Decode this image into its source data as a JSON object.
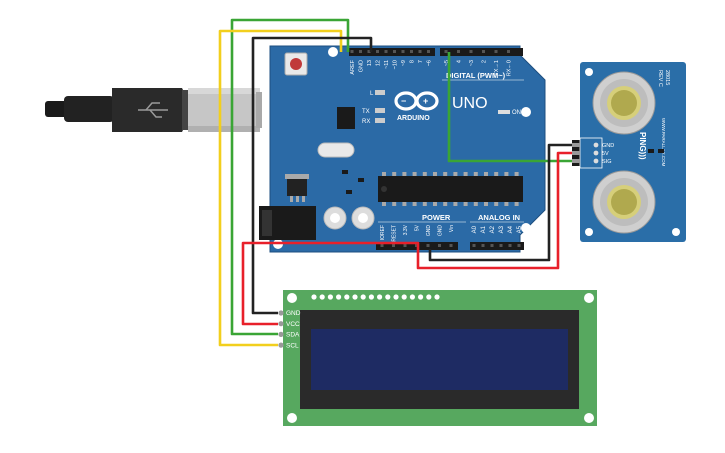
{
  "arduino": {
    "brand": "ARDUINO",
    "model": "UNO",
    "digital_label": "DIGITAL (PWM~)",
    "power_label": "POWER",
    "analog_label": "ANALOG IN",
    "on_label": "ON",
    "led_l": "L",
    "led_tx": "TX",
    "led_rx": "RX",
    "top_pins": [
      "AREF",
      "GND",
      "13",
      "12",
      "~11",
      "~10",
      "~9",
      "8",
      "7",
      "~6",
      "~5",
      "4",
      "~3",
      "2",
      "TX→1",
      "RX←0"
    ],
    "power_pins": [
      "IOREF",
      "RESET",
      "3.3V",
      "5V",
      "GND",
      "GND",
      "Vin"
    ],
    "analog_pins": [
      "A0",
      "A1",
      "A2",
      "A3",
      "A4",
      "A5"
    ]
  },
  "sensor": {
    "name": "PING)))",
    "part": "28015",
    "rev": "REV C",
    "url": "WWW.PARALLAX.COM",
    "pins": [
      "GND",
      "5V",
      "SIG"
    ]
  },
  "lcd": {
    "pins": [
      "GND",
      "VCC",
      "SDA",
      "SCL"
    ]
  },
  "colors": {
    "board": "#2b6aa6",
    "board_edge": "#1d4f80",
    "sensor_board": "#2a6ea8",
    "lcd_pcb": "#57a85f",
    "lcd_screen": "#1e2b63",
    "lcd_bezel": "#2a2a2a",
    "wire_red": "#e8202a",
    "wire_black": "#222222",
    "wire_green": "#3aa535",
    "wire_yellow": "#f2cf1d"
  }
}
